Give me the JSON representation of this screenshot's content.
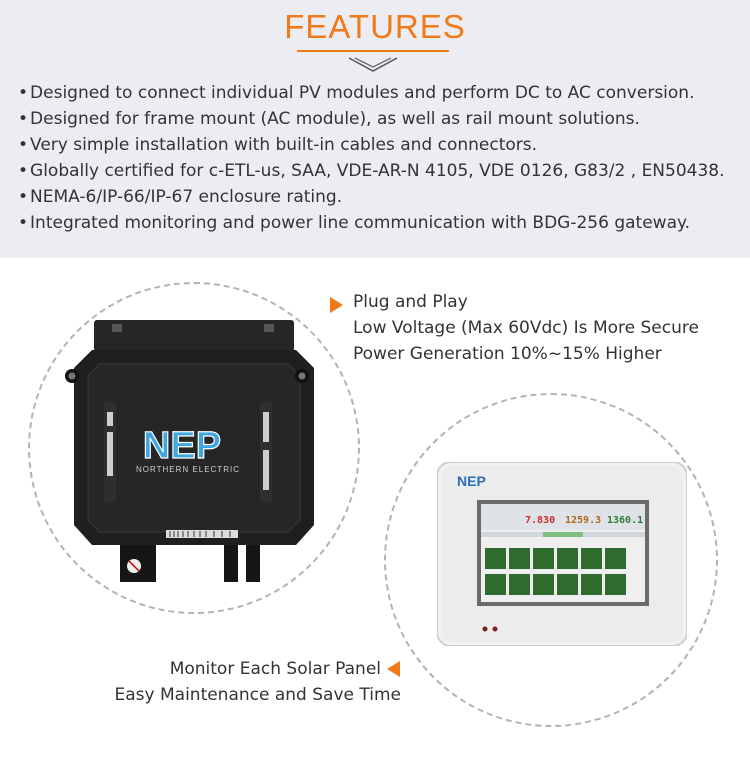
{
  "header": {
    "title": "FEATURES"
  },
  "features": [
    "Designed to connect individual PV modules and perform DC to AC conversion.",
    "Designed for frame mount (AC module), as well as rail mount solutions.",
    "Very simple installation with built-in cables and connectors.",
    "Globally certified for c-ETL-us, SAA, VDE-AR-N 4105, VDE 0126, G83/2 , EN50438.",
    "NEMA-6/IP-66/IP-67 enclosure rating.",
    "Integrated monitoring and power line communication with BDG-256 gateway."
  ],
  "callout_right": {
    "line1": "Plug and Play",
    "line2": "Low Voltage (Max 60Vdc) Is More Secure",
    "line3": "Power Generation 10%~15% Higher"
  },
  "callout_left": {
    "line1": "Monitor Each Solar Panel",
    "line2": "Easy Maintenance and Save Time"
  },
  "device": {
    "logo": "NEP",
    "brand": "NORTHERN ELECTRIC"
  },
  "monitor": {
    "logo": "NEP",
    "readings": [
      "7.830",
      "1259.3",
      "1360.1"
    ]
  },
  "colors": {
    "accent": "#f07a1a",
    "header_bg": "#ecedf2",
    "text": "#333333",
    "device": "#1f1f1f"
  }
}
